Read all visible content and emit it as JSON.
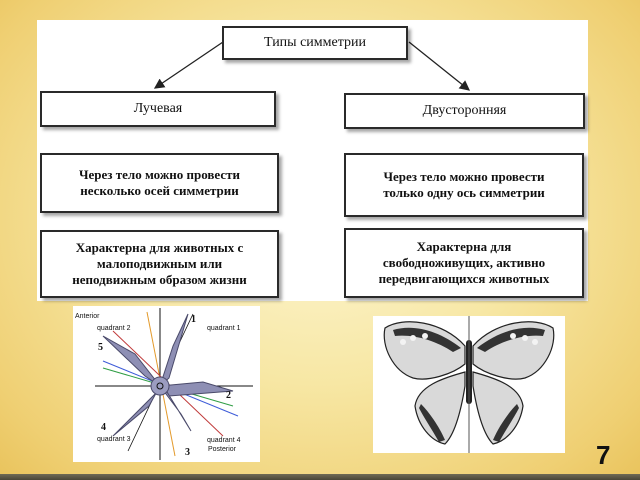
{
  "diagram": {
    "root": "Типы симметрии",
    "radial": "Лучевая",
    "bilateral": "Двусторонняя",
    "radial_axes": [
      "Через тело можно провести",
      "несколько осей симметрии"
    ],
    "bilateral_axes": [
      "Через тело можно провести",
      "только одну ось симметрии"
    ],
    "radial_life": [
      "Характерна для животных с",
      "малоподвижным или",
      "неподвижным образом жизни"
    ],
    "bilateral_life": [
      "Характерна для",
      "свободноживущих, активно",
      "передвигающихся  животных"
    ]
  },
  "starfish_figure": {
    "anterior": "Anterior",
    "posterior": "Posterior",
    "quadrant_1": "quadrant 1",
    "quadrant_2": "quadrant 2",
    "quadrant_3": "quadrant 3",
    "quadrant_4": "quadrant 4",
    "arm_1": "1",
    "arm_2": "2",
    "arm_3": "3",
    "arm_4": "4",
    "arm_5": "5"
  },
  "slide_number": "7",
  "colors": {
    "background": "#f7e7a4",
    "box_border": "#2a2a2a",
    "starfish_fill": "#8e8fb4"
  }
}
